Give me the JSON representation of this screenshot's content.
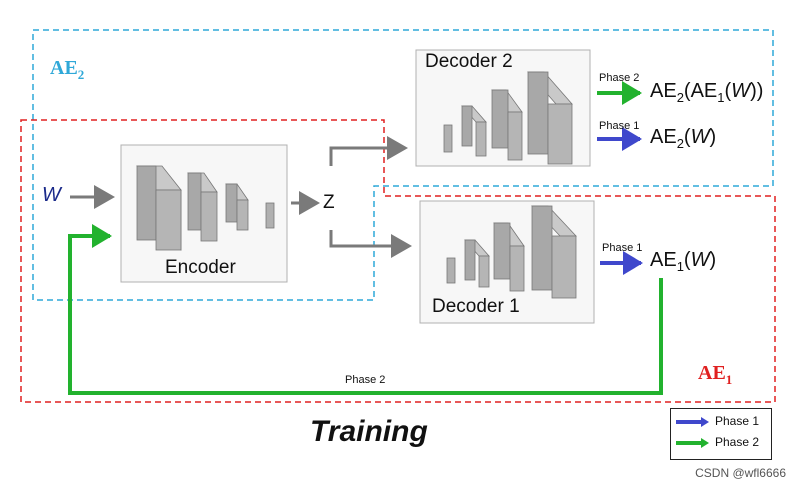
{
  "diagram": {
    "input_label": "W",
    "encoder_label": "Encoder",
    "latent_label": "Z",
    "decoder2_label": "Decoder 2",
    "decoder1_label": "Decoder 1",
    "group_ae2_label": {
      "base": "AE",
      "sub": "2"
    },
    "group_ae1_label": {
      "base": "AE",
      "sub": "1"
    },
    "output_top": {
      "text_html": "AE<sub>2</sub>(AE<sub>1</sub>(W))",
      "phase": "Phase 2"
    },
    "output_mid": {
      "text_html": "AE<sub>2</sub>(W)",
      "phase": "Phase 1"
    },
    "output_bottom": {
      "text_html": "AE<sub>1</sub>(W)",
      "phase": "Phase 1"
    },
    "feedback_phase": "Phase 2",
    "title": "Training"
  },
  "legend": [
    {
      "label": "Phase 1",
      "color": "#3f48cc"
    },
    {
      "label": "Phase 2",
      "color": "#22b22e"
    }
  ],
  "colors": {
    "ae2_border": "#2fa8d8",
    "ae1_border": "#e02020",
    "ae2_label": "#2fa8d8",
    "ae1_label": "#e02020",
    "gray_arrow": "#7a7a7a",
    "phase1": "#3f48cc",
    "phase2": "#22b22e"
  },
  "watermark": "CSDN @wfl6666"
}
